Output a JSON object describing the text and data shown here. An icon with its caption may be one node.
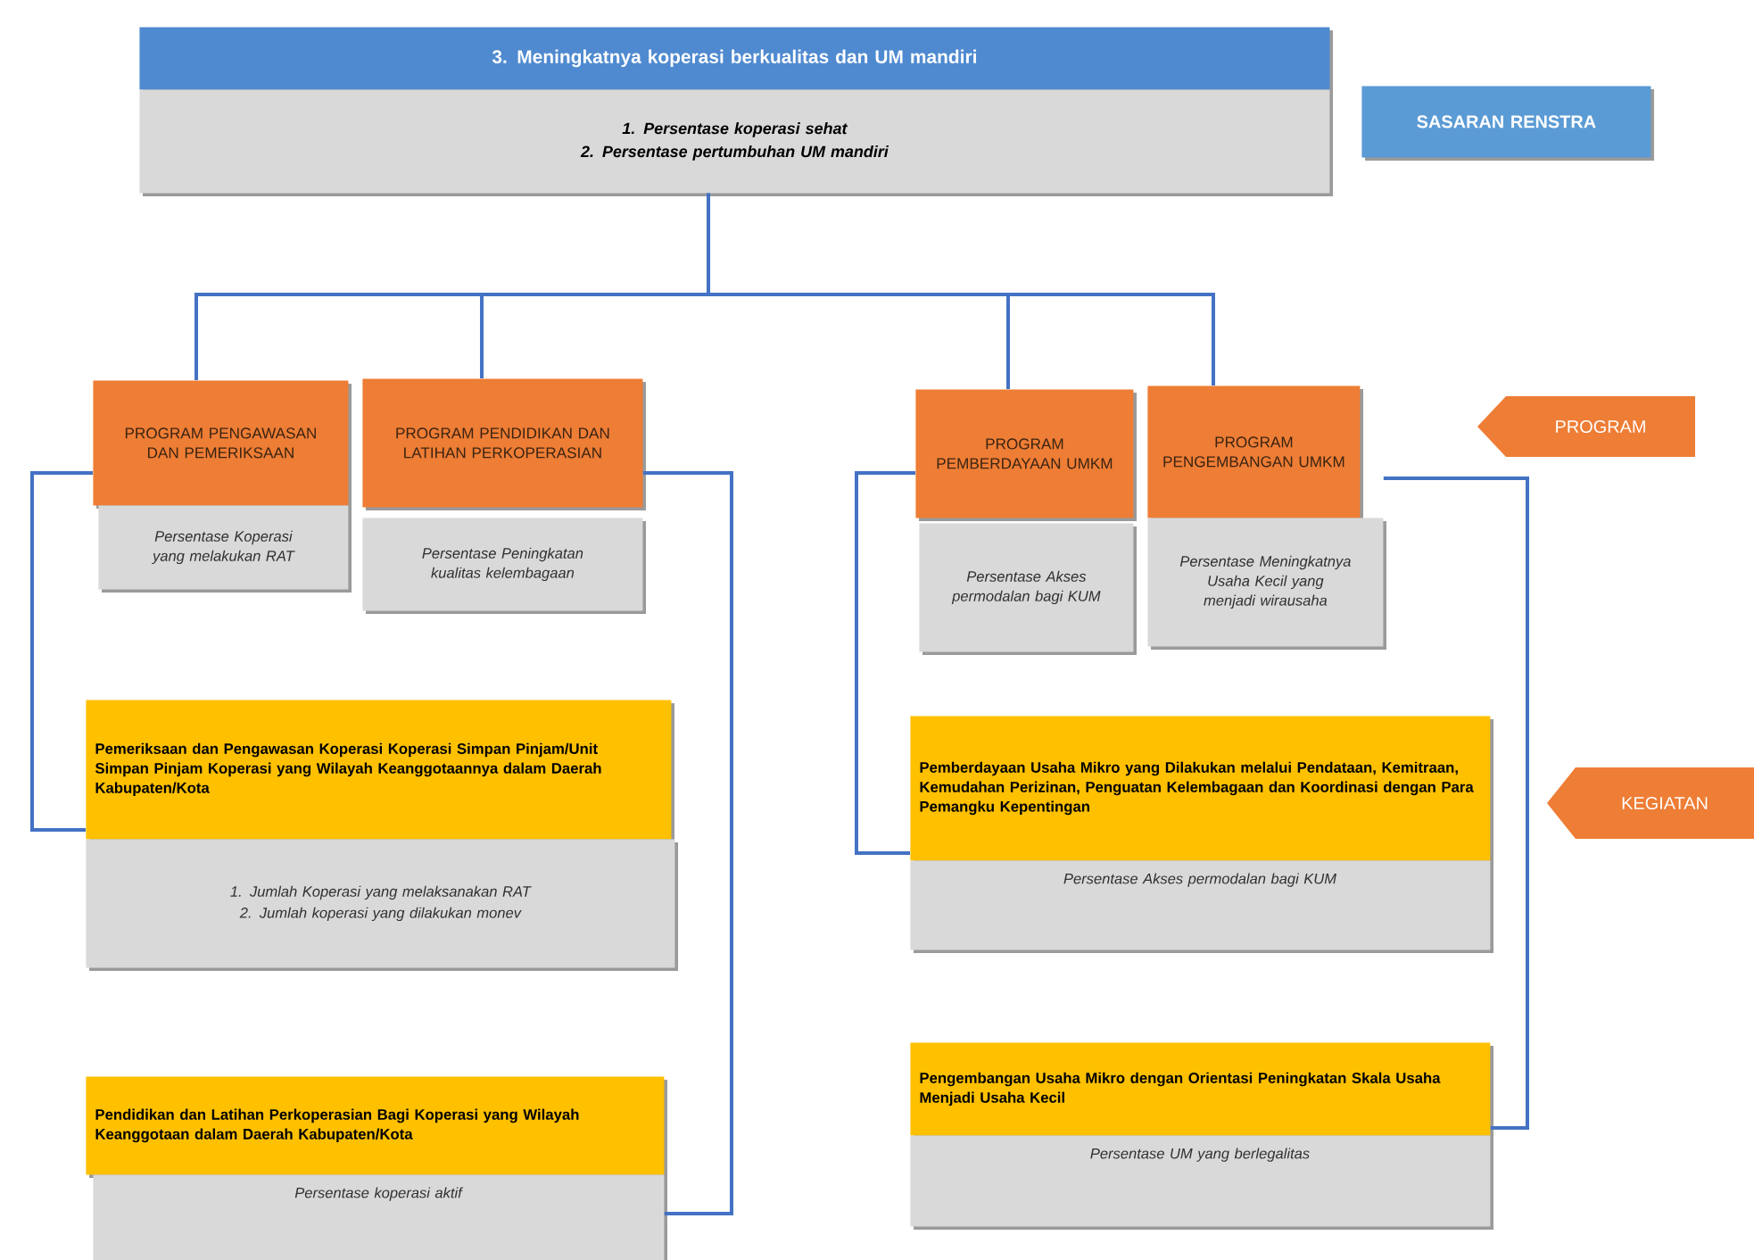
{
  "diagram": {
    "nodes": [
      {
        "text": [
          "3. Meningkatnya koperasi berkualitas dan UM mandiri",
          "1. Persentase koperasi sehat",
          "2. Persentase pertumbuhan UM mandiri"
        ]
      },
      {
        "text": [
          "SASARAN RENSTRA"
        ]
      },
      {
        "text": [
          "PROGRAM PENGAWASAN DAN PEMERIKSAAN",
          "Persentase Koperasi yang melakukan RAT"
        ]
      },
      {
        "text": [
          "PROGRAM PENDIDIKAN DAN LATIHAN PERKOPERASIAN",
          "Persentase Peningkatan kualitas kelembagaan"
        ]
      },
      {
        "text": [
          "PROGRAM PEMBERDAYAAN UMKM",
          "Persentase Akses permodalan bagi KUM"
        ]
      },
      {
        "text": [
          "PROGRAM PENGEMBANGAN UMKM",
          "Persentase Meningkatnya Usaha Kecil yang menjadi wirausaha"
        ]
      },
      {
        "text": [
          "PROGRAM"
        ]
      },
      {
        "text": [
          "Pemeriksaan dan Pengawasan Koperasi Koperasi Simpan Pinjam/Unit Simpan Pinjam Koperasi yang Wilayah Keanggotaannya dalam Daerah Kabupaten/Kota",
          "1. Jumlah Koperasi yang melaksanakan RAT",
          "2. Jumlah koperasi yang dilakukan monev"
        ]
      },
      {
        "text": [
          "Pendidikan dan Latihan Perkoperasian Bagi Koperasi yang Wilayah Keanggotaan dalam Daerah Kabupaten/Kota",
          "Persentase koperasi aktif"
        ]
      },
      {
        "text": [
          "Pemberdayaan Usaha Mikro yang Dilakukan melalui Pendataan, Kemitraan, Kemudahan Perizinan, Penguatan Kelembagaan dan Koordinasi dengan Para Pemangku Kepentingan",
          "Persentase Akses permodalan bagi KUM"
        ]
      },
      {
        "text": [
          "Pengembangan Usaha Mikro dengan Orientasi Peningkatan Skala Usaha Menjadi Usaha Kecil",
          "Persentase UM yang berlegalitas"
        ]
      },
      {
        "text": [
          "KEGIATAN"
        ]
      }
    ],
    "edges": [
      {
        "from": 0,
        "to": 2,
        "arrow": "none"
      },
      {
        "from": 0,
        "to": 3,
        "arrow": "none"
      },
      {
        "from": 0,
        "to": 4,
        "arrow": "none"
      },
      {
        "from": 0,
        "to": 5,
        "arrow": "none"
      },
      {
        "from": 2,
        "to": 7,
        "arrow": "none"
      },
      {
        "from": 3,
        "to": 8,
        "arrow": "none"
      },
      {
        "from": 4,
        "to": 9,
        "arrow": "none"
      },
      {
        "from": 5,
        "to": 10,
        "arrow": "none"
      }
    ]
  }
}
